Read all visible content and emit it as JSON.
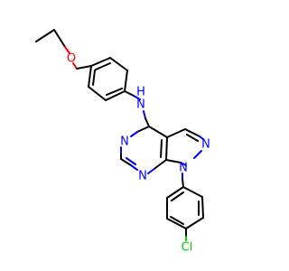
{
  "structure": {
    "atoms": {
      "o": "O",
      "nh": "N",
      "h": "H",
      "n_pyr1": "N",
      "n_pyr2": "N",
      "n_pz1": "N",
      "n_pz2": "N",
      "cl": "Cl"
    },
    "colors": {
      "carbon": "#000000",
      "nitrogen": "#0000FF",
      "oxygen": "#FF0000",
      "chlorine": "#00CC00"
    }
  }
}
